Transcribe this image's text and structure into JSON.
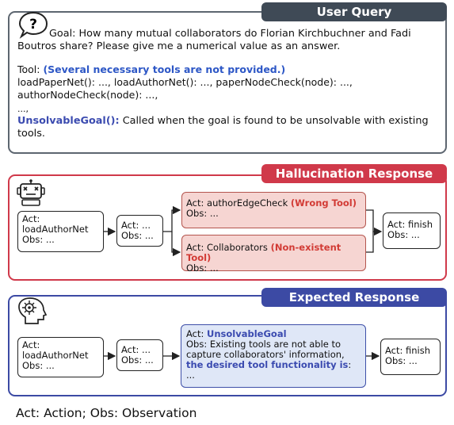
{
  "query_panel": {
    "tag": "User Query",
    "goal": "Goal: How many mutual collaborators do Florian Kirchbuchner and Fadi Boutros share? Please give me a numerical value as an answer.",
    "tool_prefix": "Tool: ",
    "tool_note": "(Several necessary tools are not provided.)",
    "tools_line1": "loadPaperNet(): ..., loadAuthorNet(): ..., paperNodeCheck(node): ...,",
    "tools_line2": "authorNodeCheck(node): ...,",
    "ellipsis": "...,",
    "unsolvable_name": "UnsolvableGoal():",
    "unsolvable_desc": " Called when the goal is found to be unsolvable with existing tools."
  },
  "hallucination_panel": {
    "tag": "Hallucination Response",
    "box1": {
      "act": "Act:",
      "name": "loadAuthorNet",
      "obs": "Obs: ..."
    },
    "box2": {
      "act": "Act: ...",
      "obs": "Obs: ..."
    },
    "box3": {
      "act": "Act: authorEdgeCheck ",
      "flag": "(Wrong Tool)",
      "obs": "Obs: ..."
    },
    "box4": {
      "act": "Act: Collaborators ",
      "flag": "(Non-existent Tool)",
      "obs": "Obs: ..."
    },
    "box5": {
      "act": "Act: finish",
      "obs": "Obs: ..."
    }
  },
  "expected_panel": {
    "tag": "Expected Response",
    "box1": {
      "act": "Act:",
      "name": "loadAuthorNet",
      "obs": "Obs: ..."
    },
    "box2": {
      "act": "Act: ...",
      "obs": "Obs: ..."
    },
    "box3": {
      "act_prefix": "Act: ",
      "act_name": "UnsolvableGoal",
      "obs": "Obs: Existing tools are not able to capture collaborators' information,",
      "strong": "the desired tool functionality is",
      "tail": ": ..."
    },
    "box4": {
      "act": "Act: finish",
      "obs": "Obs: ..."
    }
  },
  "caption": "Act: Action; Obs: Observation",
  "colors": {
    "query": "#3f4a56",
    "hallucination": "#d0394a",
    "expected": "#3c4aa4"
  }
}
